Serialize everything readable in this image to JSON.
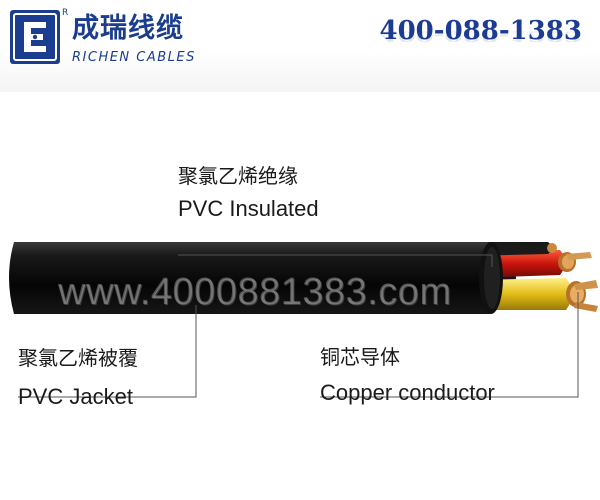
{
  "header": {
    "brand_cn": "成瑞线缆",
    "brand_en": "RICHEN CABLES",
    "registered_mark": "R",
    "phone": "400-088-1383",
    "logo_icon": "richen-e-logo-icon",
    "brand_color": "#1a3d8f"
  },
  "image": {
    "watermark": "www.4000881383.com",
    "labels": {
      "insulation": {
        "cn": "聚氯乙烯绝缘",
        "en": "PVC Insulated"
      },
      "jacket": {
        "cn": "聚氯乙烯被覆",
        "en": "PVC Jacket"
      },
      "conductor": {
        "cn": "铜芯导体",
        "en": "Copper conductor"
      }
    },
    "colors": {
      "jacket": "#111111",
      "core_red": "#d21a12",
      "core_yellow": "#e5c21a",
      "copper": "#c8843c"
    }
  }
}
